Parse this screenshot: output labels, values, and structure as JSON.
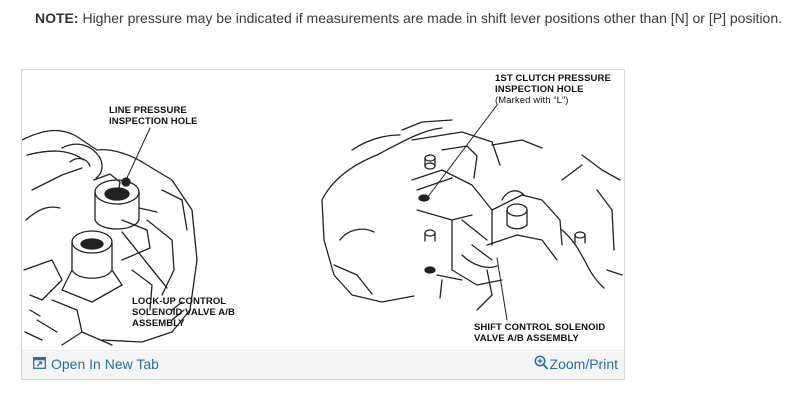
{
  "note": {
    "label": "NOTE:",
    "text": " Higher pressure may be indicated if measurements are made in shift lever positions other than [N] or [P] position."
  },
  "figure": {
    "labels": {
      "line_pressure_1": "LINE PRESSURE",
      "line_pressure_2": "INSPECTION HOLE",
      "clutch_1": "1ST CLUTCH PRESSURE",
      "clutch_2": "INSPECTION HOLE",
      "clutch_3": "(Marked with “L”)",
      "lockup_1": "LOCK-UP CONTROL",
      "lockup_2": "SOLENOID VALVE A/B",
      "lockup_3": "ASSEMBLY",
      "shift_1": "SHIFT CONTROL SOLENOID",
      "shift_2": "VALVE A/B ASSEMBLY"
    },
    "actions": {
      "open_new_tab": "Open In New Tab",
      "zoom_print": "Zoom/Print"
    },
    "icons": {
      "open": "open-in-new-tab-icon",
      "zoom": "zoom-in-icon"
    },
    "link_color": "#2d6ca2"
  }
}
